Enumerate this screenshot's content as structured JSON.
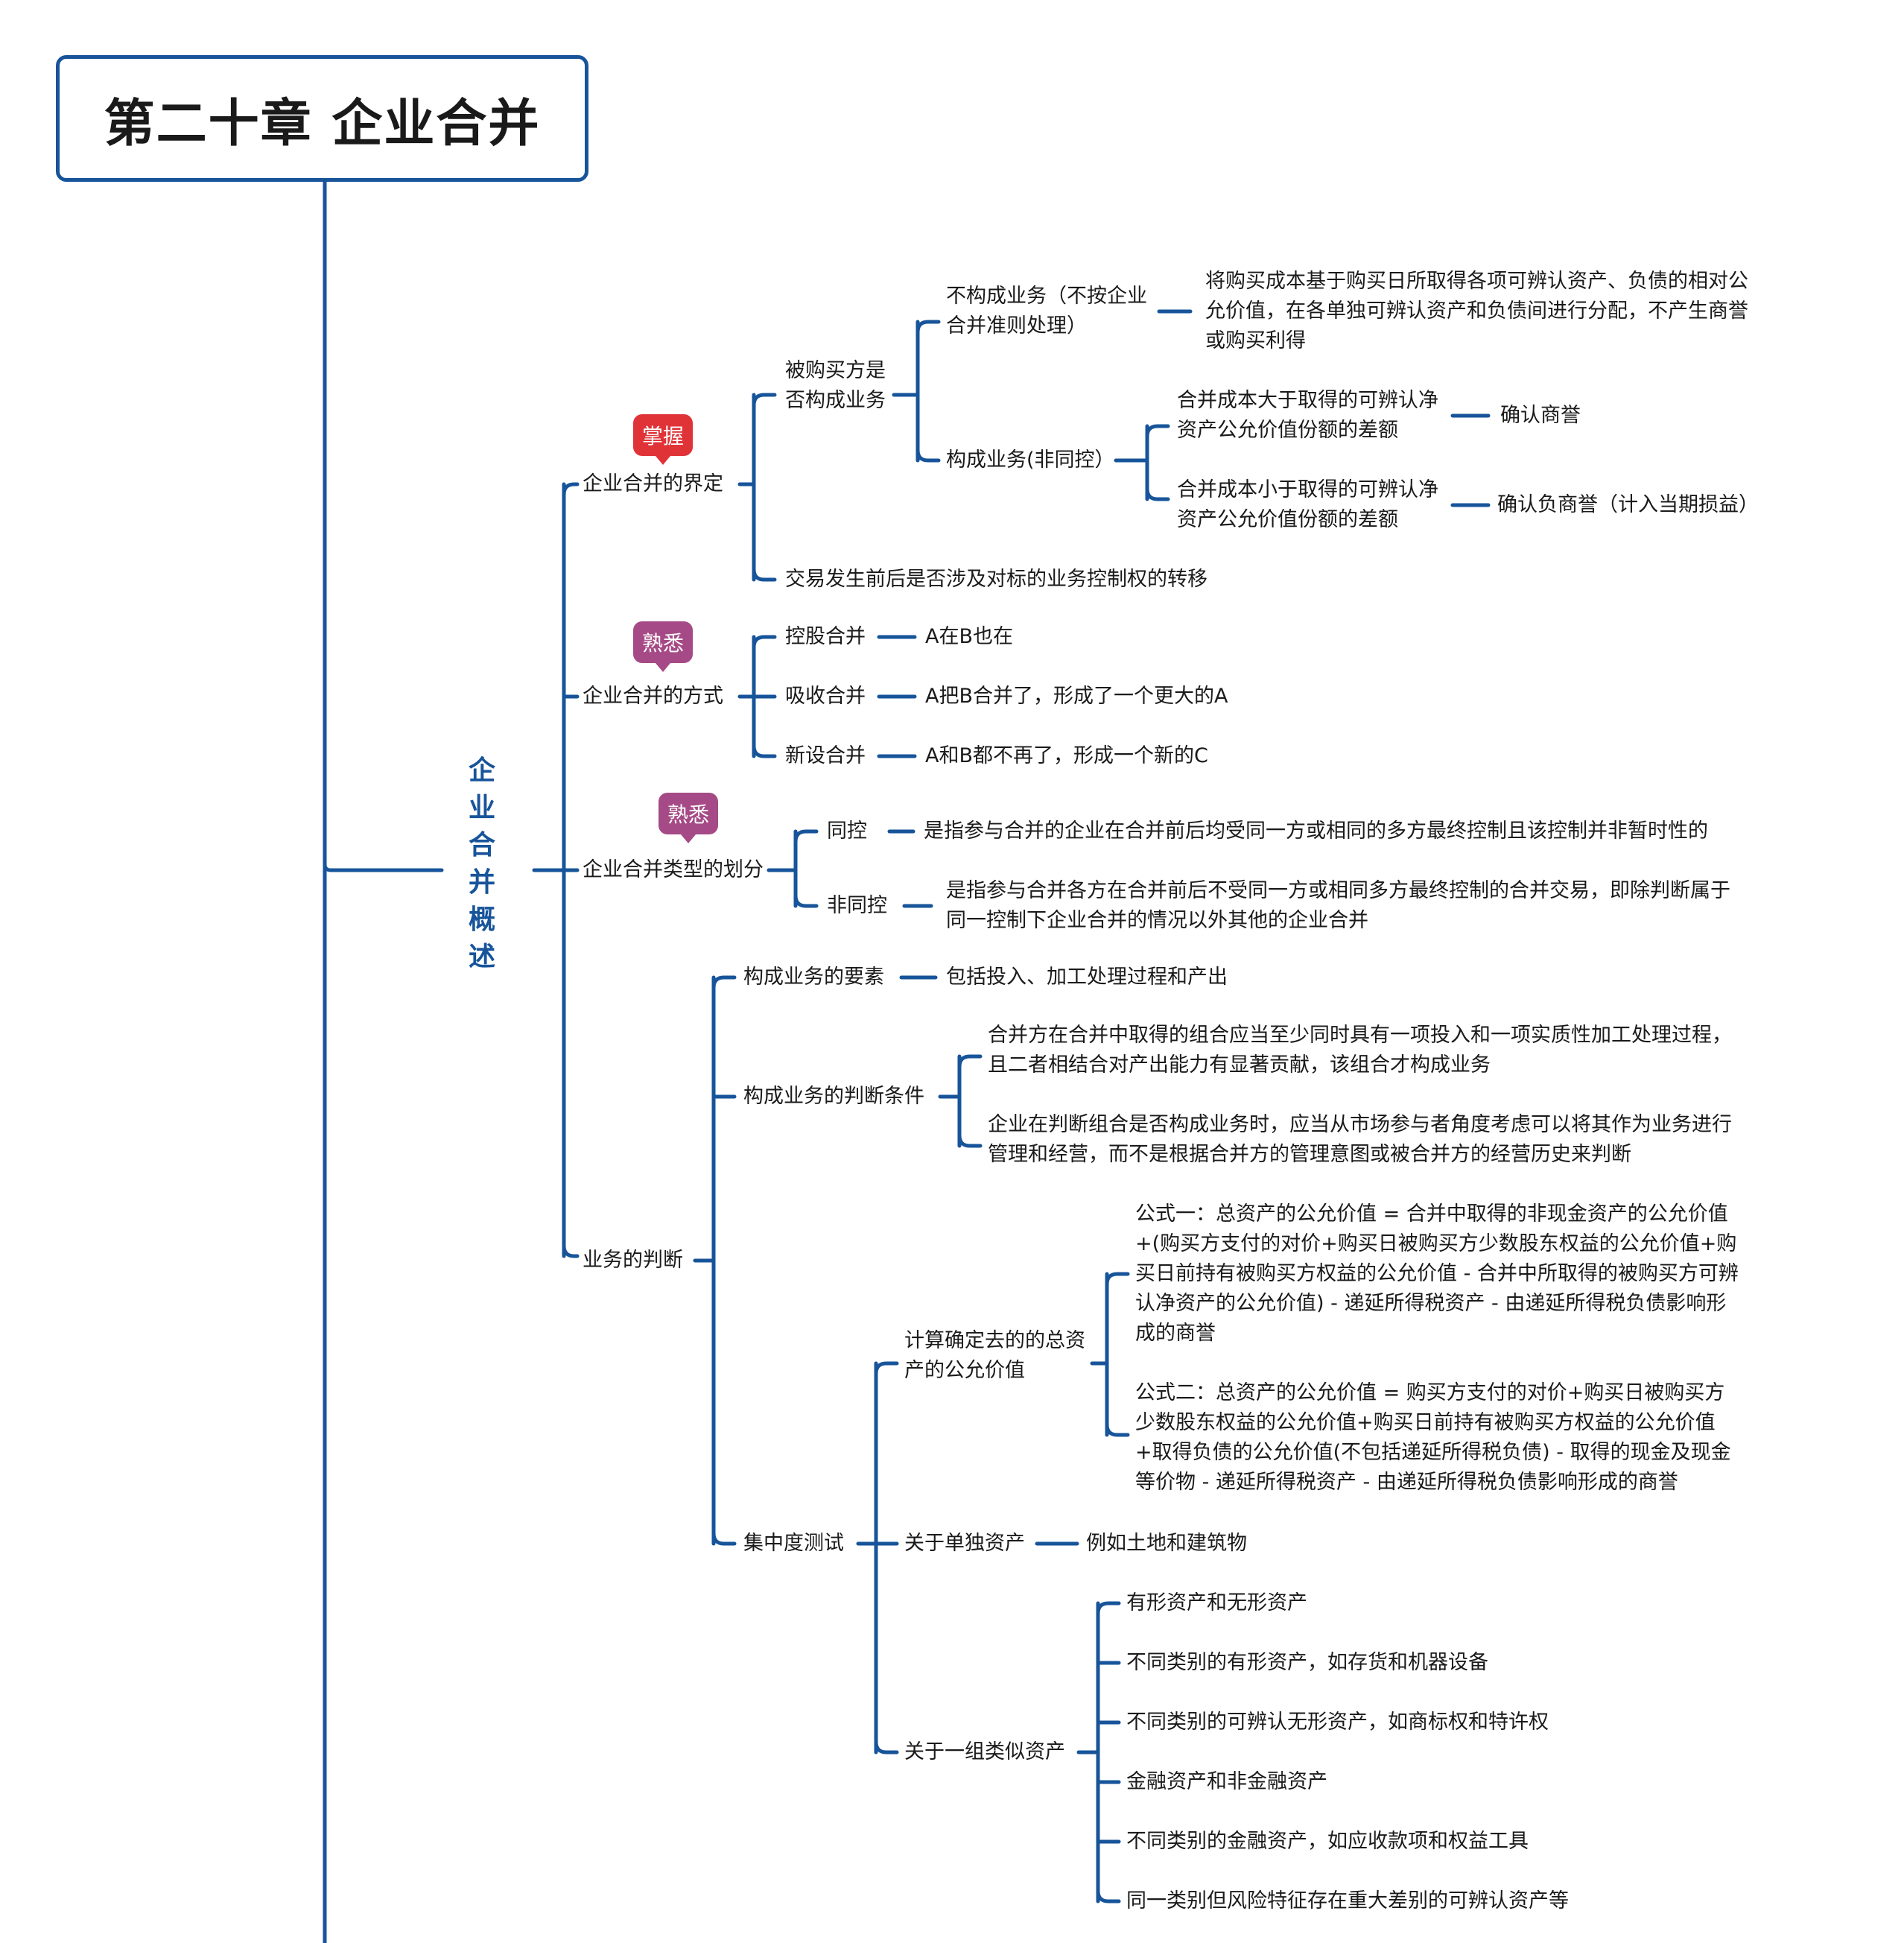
{
  "title": "第二十章 企业合并",
  "section": "企业合并概述",
  "badges": {
    "master": "掌握",
    "familiar1": "熟悉",
    "familiar2": "熟悉"
  },
  "definition": {
    "label": "企业合并的界定",
    "is_business": "被购买方是否构成业务",
    "not_business": "不构成业务（不按企业合并准则处理）",
    "not_business_desc": "将购买成本基于购买日所取得各项可辨认资产、负债的相对公允价值，在各单独可辨认资产和负债间进行分配，不产生商誉或购买利得",
    "business": "构成业务(非同控）",
    "case_greater": "合并成本大于取得的可辨认净资产公允价值份额的差额",
    "result_goodwill": "确认商誉",
    "case_less": "合并成本小于取得的可辨认净资产公允价值份额的差额",
    "result_negative": "确认负商誉（计入当期损益）",
    "transfer": "交易发生前后是否涉及对标的业务控制权的转移"
  },
  "methods": {
    "label": "企业合并的方式",
    "items": [
      {
        "name": "控股合并",
        "desc": "A在B也在"
      },
      {
        "name": "吸收合并",
        "desc": "A把B合并了，形成了一个更大的A"
      },
      {
        "name": "新设合并",
        "desc": "A和B都不再了，形成一个新的C"
      }
    ]
  },
  "types": {
    "label": "企业合并类型的划分",
    "items": [
      {
        "name": "同控",
        "desc": "是指参与合并的企业在合并前后均受同一方或相同的多方最终控制且该控制并非暂时性的"
      },
      {
        "name": "非同控",
        "desc": "是指参与合并各方在合并前后不受同一方或相同多方最终控制的合并交易，即除判断属于同一控制下企业合并的情况以外其他的企业合并"
      }
    ]
  },
  "judgement": {
    "label": "业务的判断",
    "elements": {
      "name": "构成业务的要素",
      "desc": "包括投入、加工处理过程和产出"
    },
    "conditions": {
      "name": "构成业务的判断条件",
      "items": [
        "合并方在合并中取得的组合应当至少同时具有一项投入和一项实质性加工处理过程，且二者相结合对产出能力有显著贡献，该组合才构成业务",
        "企业在判断组合是否构成业务时，应当从市场参与者角度考虑可以将其作为业务进行管理和经营，而不是根据合并方的管理意图或被合并方的经营历史来判断"
      ]
    },
    "concentration": {
      "name": "集中度测试",
      "calc": {
        "name": "计算确定去的的总资产的公允价值",
        "formula1": "公式一：总资产的公允价值 = 合并中取得的非现金资产的公允价值+(购买方支付的对价+购买日被购买方少数股东权益的公允价值+购买日前持有被购买方权益的公允价值 - 合并中所取得的被购买方可辨认净资产的公允价值) - 递延所得税资产 - 由递延所得税负债影响形成的商誉",
        "formula2": "公式二：总资产的公允价值 = 购买方支付的对价+购买日被购买方少数股东权益的公允价值+购买日前持有被购买方权益的公允价值+取得负债的公允价值(不包括递延所得税负债) - 取得的现金及现金等价物 - 递延所得税资产 - 由递延所得税负债影响形成的商誉"
      },
      "single": {
        "name": "关于单独资产",
        "desc": "例如土地和建筑物"
      },
      "group": {
        "name": "关于一组类似资产",
        "items": [
          "有形资产和无形资产",
          "不同类别的有形资产，如存货和机器设备",
          "不同类别的可辨认无形资产，如商标权和特许权",
          "金融资产和非金融资产",
          "不同类别的金融资产，如应收款项和权益工具",
          "同一类别但风险特征存在重大差别的可辨认资产等"
        ]
      }
    }
  },
  "colors": {
    "line": "#17549a",
    "badge_red": "#e03338",
    "badge_purple": "#a54a86"
  }
}
